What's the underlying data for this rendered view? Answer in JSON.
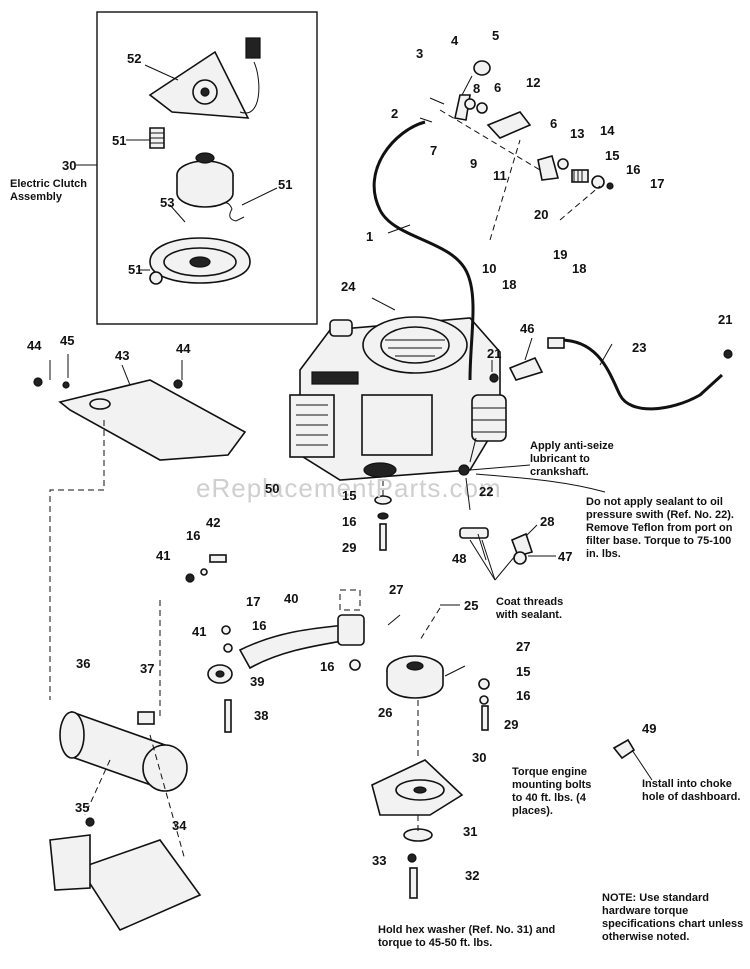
{
  "inset": {
    "label": "Electric Clutch Assembly",
    "callout": "30"
  },
  "watermark": "eReplacementParts.com",
  "part_numbers": [
    "1",
    "2",
    "3",
    "4",
    "5",
    "6",
    "7",
    "8",
    "9",
    "10",
    "11",
    "12",
    "13",
    "14",
    "15",
    "16",
    "17",
    "18",
    "19",
    "20",
    "21",
    "22",
    "23",
    "24",
    "25",
    "26",
    "27",
    "28",
    "29",
    "30",
    "31",
    "32",
    "33",
    "34",
    "35",
    "36",
    "37",
    "38",
    "39",
    "40",
    "41",
    "42",
    "43",
    "44",
    "45",
    "46",
    "47",
    "48",
    "49",
    "50",
    "51",
    "52",
    "53"
  ],
  "notes": {
    "anti_seize": "Apply anti-seize lubricant to crankshaft.",
    "oil_switch": "Do not apply sealant to oil pressure swith (Ref. No. 22). Remove Teflon from port on filter base. Torque to 75-100 in. lbs.",
    "coat_threads": "Coat threads with sealant.",
    "torque_engine": "Torque engine mounting bolts to 40 ft. lbs. (4 places).",
    "choke": "Install into choke hole of dashboard.",
    "hex_washer": "Hold hex washer (Ref. No. 31) and torque to 45-50 ft. lbs.",
    "note": "NOTE: Use standard hardware torque specifications chart unless otherwise noted."
  }
}
